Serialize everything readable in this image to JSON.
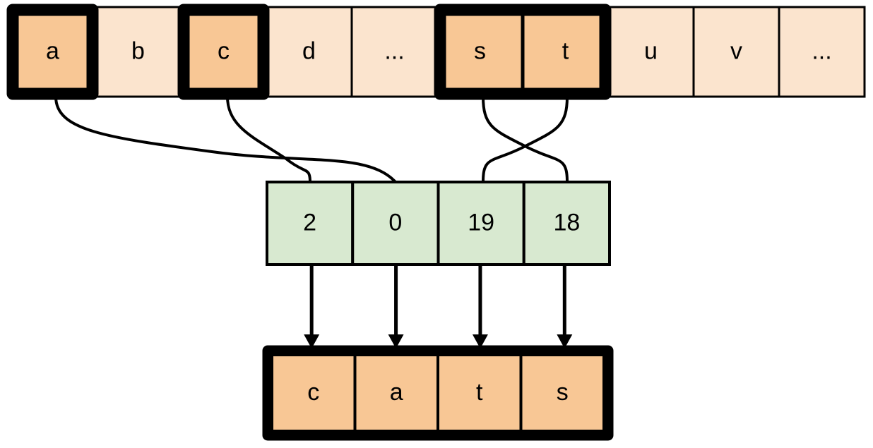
{
  "diagram": {
    "title": "Character index lookup diagram",
    "type": "index-mapping",
    "colors": {
      "highlight_fill": "#f8c795",
      "normal_fill": "#fbe4ce",
      "index_fill": "#d8e9d0",
      "result_fill": "#f8c795",
      "stroke": "#000000",
      "background": "#ffffff"
    }
  },
  "alphabet_row": {
    "name": "alphabet-row",
    "cells": [
      {
        "label": "a",
        "highlighted": true,
        "thick_border": true
      },
      {
        "label": "b",
        "highlighted": false,
        "thick_border": false
      },
      {
        "label": "c",
        "highlighted": true,
        "thick_border": true
      },
      {
        "label": "d",
        "highlighted": false,
        "thick_border": false
      },
      {
        "label": "...",
        "highlighted": false,
        "thick_border": false
      },
      {
        "label": "s",
        "highlighted": true,
        "thick_border": true
      },
      {
        "label": "t",
        "highlighted": true,
        "thick_border": true
      },
      {
        "label": "u",
        "highlighted": false,
        "thick_border": false
      },
      {
        "label": "v",
        "highlighted": false,
        "thick_border": false
      },
      {
        "label": "...",
        "highlighted": false,
        "thick_border": false
      }
    ]
  },
  "index_row": {
    "name": "index-row",
    "cells": [
      {
        "label": "2"
      },
      {
        "label": "0"
      },
      {
        "label": "19"
      },
      {
        "label": "18"
      }
    ]
  },
  "result_row": {
    "name": "result-row",
    "word": "cats",
    "cells": [
      {
        "label": "c"
      },
      {
        "label": "a"
      },
      {
        "label": "t"
      },
      {
        "label": "s"
      }
    ]
  },
  "connections": {
    "letter_to_index": [
      {
        "from": "a",
        "to": "0",
        "from_cell": 0,
        "to_cell": 1
      },
      {
        "from": "c",
        "to": "2",
        "from_cell": 2,
        "to_cell": 0
      },
      {
        "from": "s",
        "to": "18",
        "from_cell": 5,
        "to_cell": 3
      },
      {
        "from": "t",
        "to": "19",
        "from_cell": 6,
        "to_cell": 2
      }
    ],
    "index_to_result": [
      {
        "from": "2",
        "to": "c"
      },
      {
        "from": "0",
        "to": "a"
      },
      {
        "from": "19",
        "to": "t"
      },
      {
        "from": "18",
        "to": "s"
      }
    ]
  }
}
